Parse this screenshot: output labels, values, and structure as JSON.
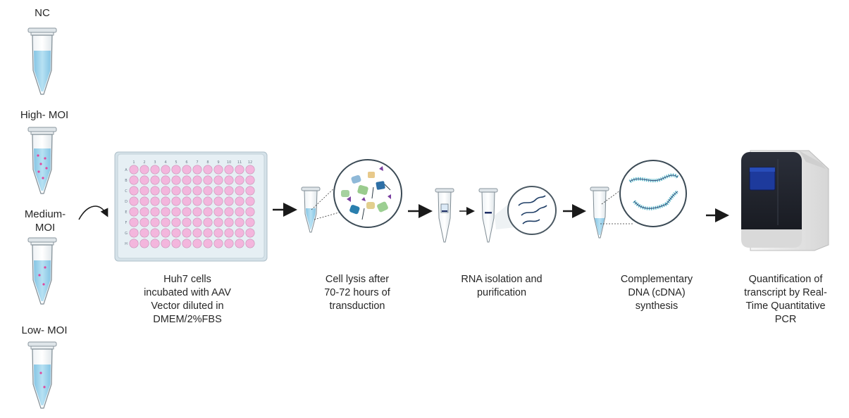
{
  "tubes": [
    {
      "label": "NC",
      "particles": 0
    },
    {
      "label": "High- MOI",
      "particles": 6
    },
    {
      "label": "Medium-\nMOI",
      "particles": 3
    },
    {
      "label": "Low- MOI",
      "particles": 2
    }
  ],
  "plate": {
    "columns": [
      "1",
      "2",
      "3",
      "4",
      "5",
      "6",
      "7",
      "8",
      "9",
      "10",
      "11",
      "12"
    ],
    "rows": [
      "A",
      "B",
      "C",
      "D",
      "E",
      "F",
      "G",
      "H"
    ]
  },
  "steps": [
    {
      "id": "huh7",
      "text": "Huh7 cells\nincubated with AAV\nVector diluted in\nDMEM/2%FBS"
    },
    {
      "id": "lysis",
      "text": "Cell lysis after\n70-72 hours of\ntransduction"
    },
    {
      "id": "rna",
      "text": "RNA isolation and\npurification"
    },
    {
      "id": "cdna",
      "text": "Complementary\nDNA (cDNA)\nsynthesis"
    },
    {
      "id": "qpcr",
      "text": "Quantification of\ntranscript by Real-\nTime Quantitative\nPCR"
    }
  ],
  "colors": {
    "tube_liquid": "#9fd3ec",
    "well_fill": "#f3b6dd",
    "plate": "#e3edf2",
    "machine_screen": "#1d3a9c",
    "arrow": "#1a1a1a",
    "particle": "#e0479e"
  }
}
